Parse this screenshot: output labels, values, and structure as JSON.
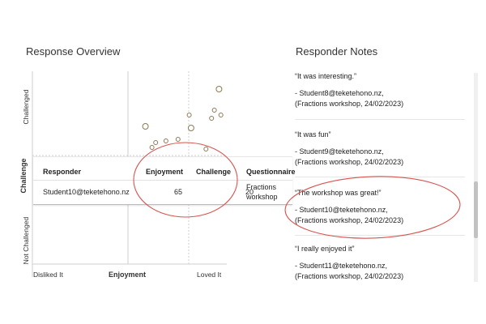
{
  "overview": {
    "title": "Response Overview",
    "chart_data": {
      "type": "scatter",
      "xlabel": "Enjoyment",
      "ylabel": "Challenge",
      "x_tick_labels": [
        "Disliked It",
        "Loved It"
      ],
      "y_tick_labels": [
        "Challenged",
        "Not Challenged"
      ],
      "xlim": [
        0,
        100
      ],
      "ylim": [
        0,
        100
      ],
      "points": [
        {
          "x": 96,
          "y": 95,
          "size": 3.5
        },
        {
          "x": 91,
          "y": 82,
          "size": 2.5
        },
        {
          "x": 98,
          "y": 79,
          "size": 2.5
        },
        {
          "x": 64,
          "y": 79,
          "size": 2.5
        },
        {
          "x": 88,
          "y": 77,
          "size": 2.5
        },
        {
          "x": 17,
          "y": 72,
          "size": 3.5
        },
        {
          "x": 66,
          "y": 71,
          "size": 3.5
        },
        {
          "x": 52,
          "y": 64,
          "size": 2.5
        },
        {
          "x": 39,
          "y": 63,
          "size": 2.5
        },
        {
          "x": 28,
          "y": 62,
          "size": 2.5
        },
        {
          "x": 24,
          "y": 59,
          "size": 2.5
        },
        {
          "x": 82,
          "y": 58,
          "size": 2.5
        }
      ]
    }
  },
  "tooltip": {
    "headers": {
      "responder": "Responder",
      "enjoyment": "Enjoyment",
      "challenge": "Challenge",
      "questionnaire": "Questionnaire"
    },
    "row": {
      "responder": "Student10@teketehono.nz",
      "enjoyment": "65",
      "challenge": "20",
      "questionnaire_line1": "Fractions",
      "questionnaire_line2": "workshop"
    }
  },
  "notes": {
    "title": "Responder Notes",
    "items": [
      {
        "quote": "“It was interesting.”",
        "author": "- Student8@teketehono.nz,",
        "context": "(Fractions workshop, 24/02/2023)"
      },
      {
        "quote": "“It was fun”",
        "author": "- Student9@teketehono.nz,",
        "context": "(Fractions workshop, 24/02/2023)"
      },
      {
        "quote": "“The workshop was great!”",
        "author": "- Student10@teketehono.nz,",
        "context": "(Fractions workshop, 24/02/2023)"
      },
      {
        "quote": "“I really enjoyed it”",
        "author": "- Student11@teketehono.nz,",
        "context": "(Fractions workshop, 24/02/2023)"
      }
    ]
  },
  "colors": {
    "point": "#8a7a52",
    "annotation": "#d9534f",
    "grid": "#cfcfcf"
  }
}
